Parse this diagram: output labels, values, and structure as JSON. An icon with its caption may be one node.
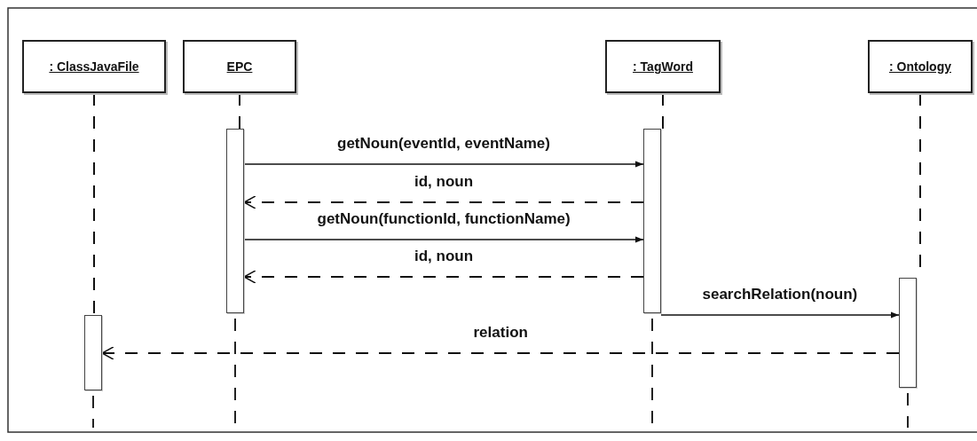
{
  "diagram": {
    "nodes": [
      {
        "text": [
          ": ClassJavaFile"
        ]
      },
      {
        "text": [
          "EPC"
        ]
      },
      {
        "text": [
          ": TagWord"
        ]
      },
      {
        "text": [
          ": Ontology"
        ]
      },
      {
        "text": [],
        "shape": "bar"
      },
      {
        "text": [],
        "shape": "bar"
      },
      {
        "text": [],
        "shape": "bar"
      },
      {
        "text": [],
        "shape": "bar"
      }
    ],
    "edges": [
      {
        "from": 0,
        "to": 4,
        "arrow": "none",
        "style": "dashed"
      },
      {
        "from": 1,
        "to": 5,
        "arrow": "none",
        "style": "dashed"
      },
      {
        "from": 2,
        "to": 6,
        "arrow": "none",
        "style": "dashed"
      },
      {
        "from": 3,
        "to": 7,
        "arrow": "none",
        "style": "dashed"
      },
      {
        "from": 5,
        "to": 6,
        "arrow": "to",
        "label": "getNoun(eventId, eventName)"
      },
      {
        "from": 6,
        "to": 5,
        "arrow": "to",
        "label": "id, noun",
        "style": "dashed"
      },
      {
        "from": 5,
        "to": 6,
        "arrow": "to",
        "label": "getNoun(functionId, functionName)"
      },
      {
        "from": 6,
        "to": 5,
        "arrow": "to",
        "label": "id, noun",
        "style": "dashed"
      },
      {
        "from": 6,
        "to": 7,
        "arrow": "to",
        "label": "searchRelation(noun)"
      },
      {
        "from": 7,
        "to": 4,
        "arrow": "to",
        "label": "relation",
        "style": "dashed"
      }
    ]
  }
}
